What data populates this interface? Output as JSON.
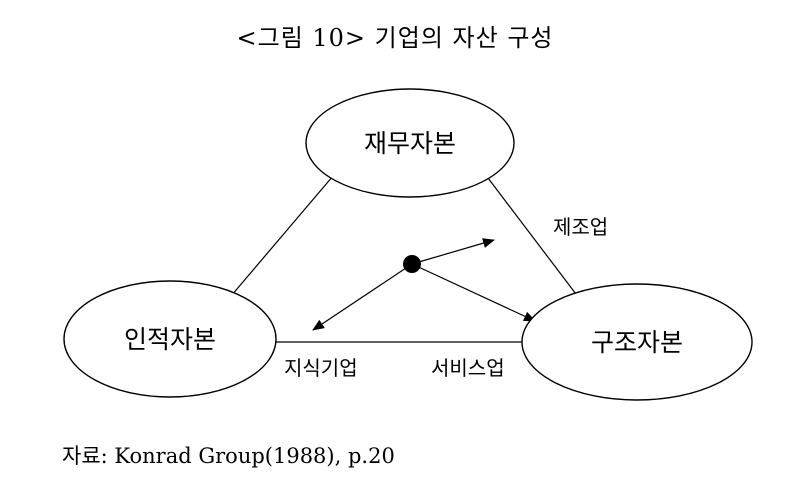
{
  "caption": "<그림 10> 기업의 자산 구성",
  "source": "자료: Konrad Group(1988), p.20",
  "nodes": {
    "financial": "재무자본",
    "human": "인적자본",
    "structural": "구조자본"
  },
  "edge_labels": {
    "manufacturing": "제조업",
    "knowledge": "지식기업",
    "service": "서비스업"
  }
}
